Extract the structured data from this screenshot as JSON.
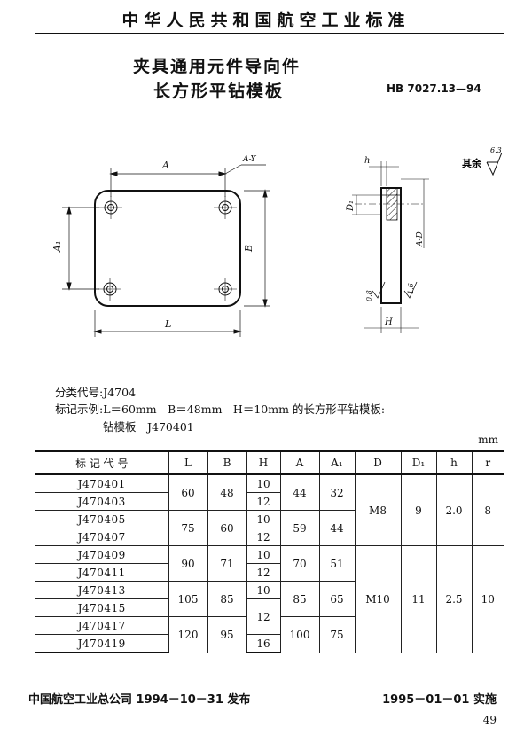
{
  "header": {
    "org_standard": "中华人民共和国航空工业标准"
  },
  "title": {
    "line1": "夹具通用元件导向件",
    "line2": "长方形平钻模板",
    "standard_no": "HB 7027.13—94"
  },
  "drawing": {
    "roughness_text": "其余",
    "roughness_value": "6.3",
    "labels": {
      "A": "A",
      "B": "B",
      "A1": "A₁",
      "L": "L",
      "tol_top": "A-Y",
      "h": "h",
      "D1": "D₁",
      "H": "H",
      "AD": "A-D",
      "r08": "0.8",
      "r16": "1.6"
    }
  },
  "meta": {
    "category": "分类代号:J4704",
    "example": "标记示例:L＝60mm　B＝48mm　H＝10mm 的长方形平钻模板:",
    "example_code": "钻模板　J470401",
    "unit": "mm"
  },
  "table": {
    "headers": [
      "标 记 代 号",
      "L",
      "B",
      "H",
      "A",
      "A₁",
      "D",
      "D₁",
      "h",
      "r"
    ],
    "codes": [
      "J470401",
      "J470403",
      "J470405",
      "J470407",
      "J470409",
      "J470411",
      "J470413",
      "J470415",
      "J470417",
      "J470419"
    ],
    "groups": [
      {
        "L": "60",
        "B": "48",
        "A": "44",
        "A1": "32"
      },
      {
        "L": "75",
        "B": "60",
        "A": "59",
        "A1": "44"
      },
      {
        "L": "90",
        "B": "71",
        "A": "70",
        "A1": "51"
      },
      {
        "L": "105",
        "B": "85",
        "A": "85",
        "A1": "65"
      },
      {
        "L": "120",
        "B": "95",
        "A": "100",
        "A1": "75"
      }
    ],
    "H": [
      "10",
      "12",
      "10",
      "12",
      "10",
      "12",
      "10",
      "12",
      "16"
    ],
    "D_groups": [
      {
        "D": "M8",
        "D1": "9",
        "h": "2.0",
        "r": "8"
      },
      {
        "D": "M10",
        "D1": "11",
        "h": "2.5",
        "r": "10"
      }
    ]
  },
  "footer": {
    "issued": "中国航空工业总公司 1994－10－31 发布",
    "implemented": "1995－01－01 实施",
    "page": "49"
  }
}
